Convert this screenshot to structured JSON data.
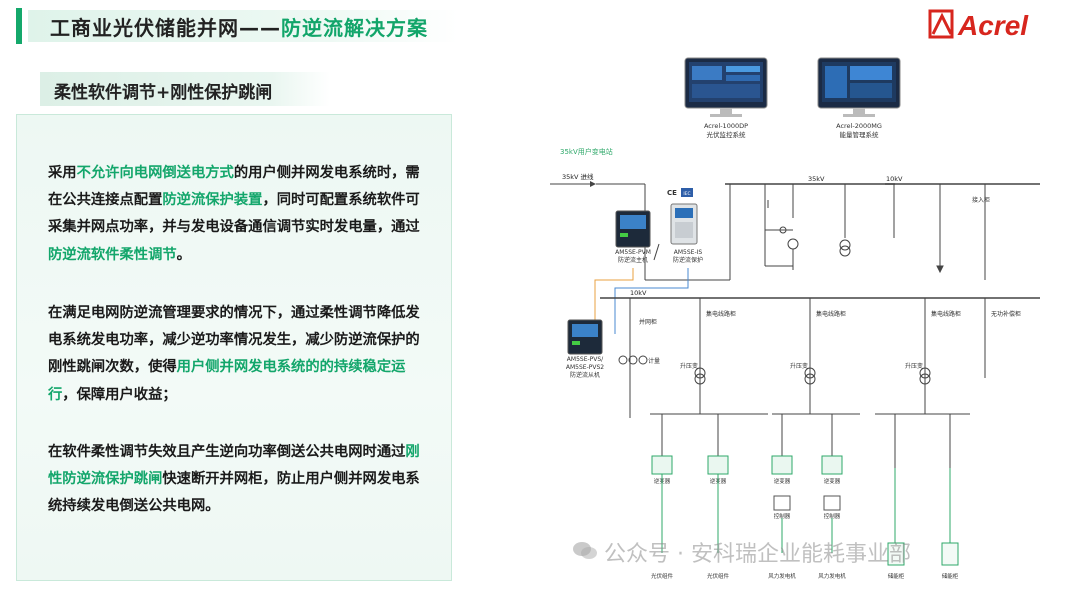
{
  "header": {
    "title_main": "工商业光伏储能并网——",
    "title_highlight": "防逆流解决方案",
    "logo_text": "Acrel",
    "brand_color": "#d7261e",
    "accent_color": "#14a86b"
  },
  "subtitle": "柔性软件调节+刚性保护跳闸",
  "paragraphs": [
    {
      "segments": [
        {
          "t": "采用",
          "h": false
        },
        {
          "t": "不允许向电网倒送电方式",
          "h": true
        },
        {
          "t": "的用户侧并网发电系统时，需在公共连接点配置",
          "h": false
        },
        {
          "t": "防逆流保护装置",
          "h": true
        },
        {
          "t": "，同时可配置系统软件可采集并网点功率，并与发电设备通信调节实时发电量，通过",
          "h": false
        },
        {
          "t": "防逆流软件柔性调节",
          "h": true
        },
        {
          "t": "。",
          "h": false
        }
      ]
    },
    {
      "segments": [
        {
          "t": "在满足电网防逆流管理要求的情况下，通过柔性调节降低发电系统发电功率，减少逆功率情况发生，减少防逆流保护的刚性跳闸次数，使得",
          "h": false
        },
        {
          "t": "用户侧并网发电系统的的持续稳定运行",
          "h": true
        },
        {
          "t": "，保障用户收益；",
          "h": false
        }
      ]
    },
    {
      "segments": [
        {
          "t": "在软件柔性调节失效且产生逆向功率倒送公共电网时通过",
          "h": false
        },
        {
          "t": "刚性防逆流保护跳闸",
          "h": true
        },
        {
          "t": "快速断开并网柜，防止用户侧并网发电系统持续发电倒送公共电网。",
          "h": false
        }
      ]
    }
  ],
  "diagram": {
    "monitor1_name": "Acrel-1000DP",
    "monitor1_desc": "光伏监控系统",
    "monitor2_name": "Acrel-2000MG",
    "monitor2_desc": "能量管理系统",
    "substation_label": "35kV用户变电站",
    "incoming_line": "35kV 进线",
    "bus_35kv": "35kV",
    "bus_10kv_top": "10kV",
    "bus_10kv_mid": "10kV",
    "ce_mark": "CE",
    "iec_mark": "IEC",
    "device_pvm_name": "AM5SE-PVM",
    "device_pvm_desc": "防逆流主机",
    "device_is_name": "AM5SE-IS",
    "device_is_desc": "防逆流保护",
    "device_pvs_name1": "AM5SE-PVS/",
    "device_pvs_name2": "AM5SE-PVS2",
    "device_pvs_desc": "防逆流从机",
    "jieru_cabinet": "接入柜",
    "bingwang_cabinet": "并网柜",
    "jidian_cabinet": "集电线路柜",
    "wugong_cabinet": "无功补偿柜",
    "shengya_transformer": "升压变",
    "metering": "计量",
    "inverter": "逆变器",
    "controller": "控制器",
    "pv_module": "光伏组件",
    "wind_generator": "风力发电机",
    "storage_cabinet": "储能柜",
    "line_color": "#5a5a5a",
    "green_color": "#2fa86a",
    "comm_orange": "#e8a040",
    "comm_blue": "#4a8ad0"
  },
  "watermark": "公众号 · 安科瑞企业能耗事业部"
}
